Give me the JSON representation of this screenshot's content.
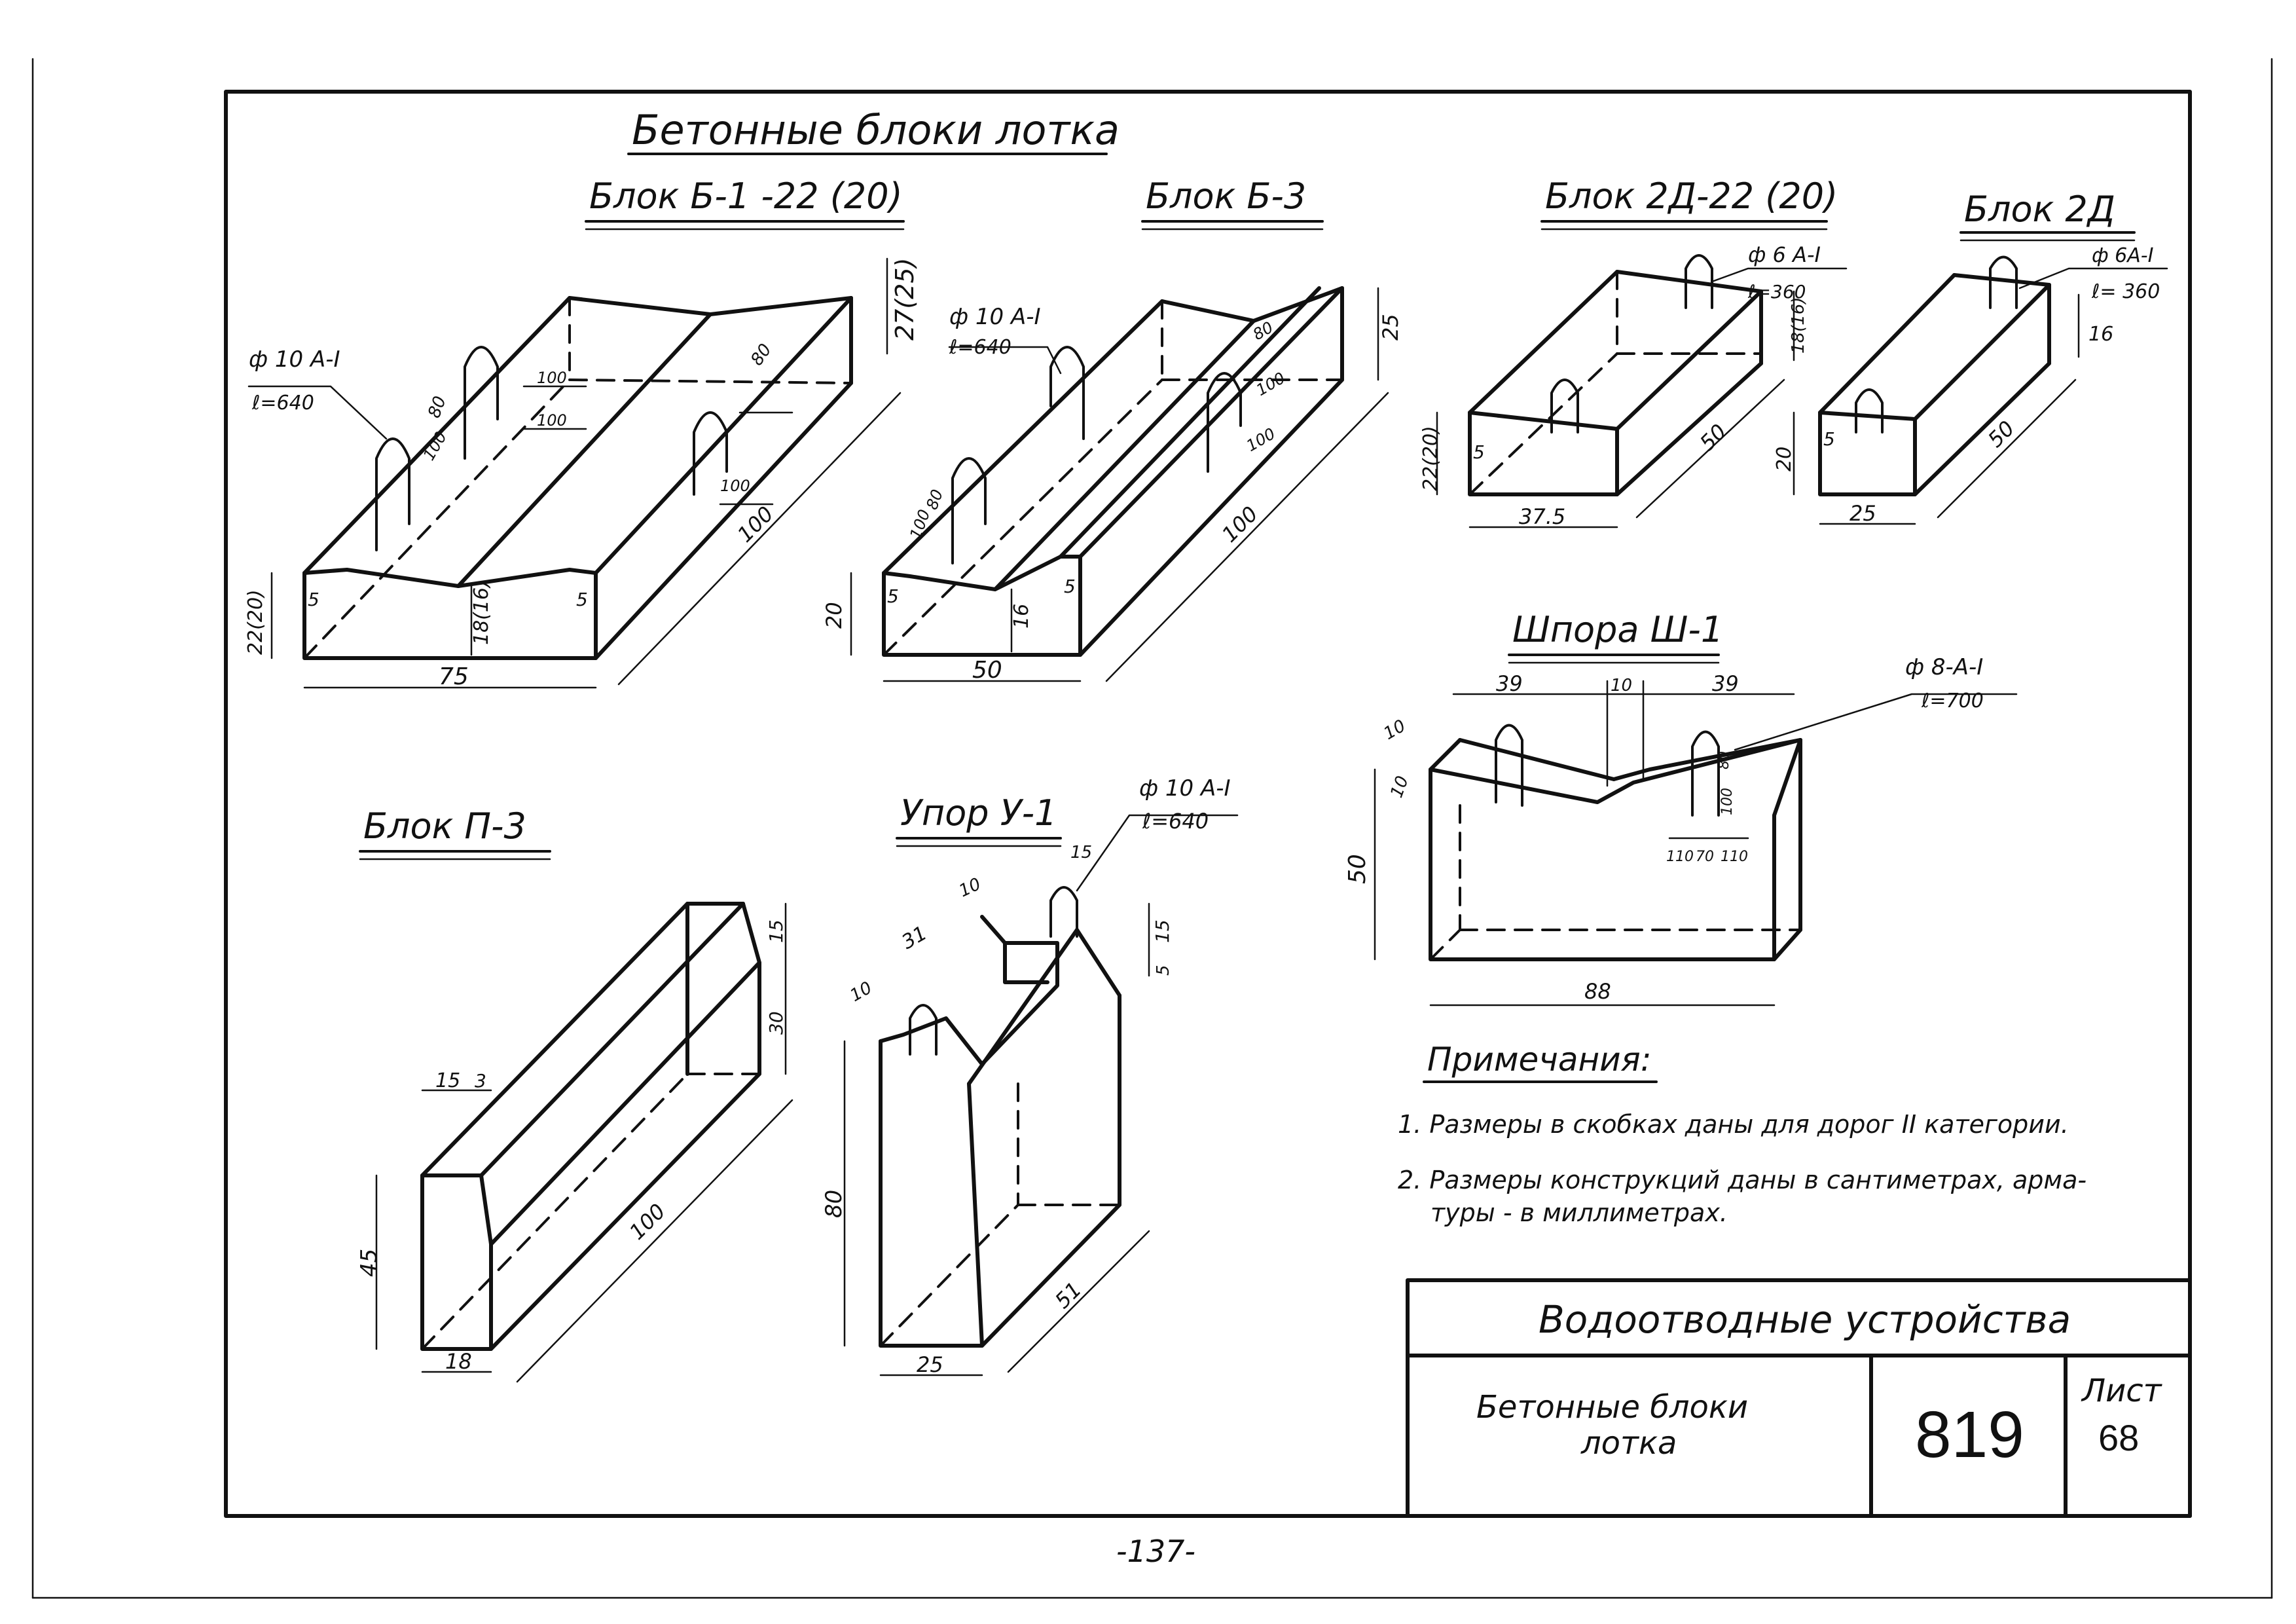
{
  "header": {
    "main_title": "Бетонные блоки лотка"
  },
  "blocks": {
    "b1": {
      "title": "Блок Б-1 -22 (20)",
      "rebar_diameter": "ф 10 А-I",
      "rebar_length": "ℓ=640",
      "dims": {
        "height_outer": "22(20)",
        "height_inner": "18(16)",
        "height_top": "27(25)",
        "width": "75",
        "length": "100",
        "edge_left": "5",
        "edge_right": "5",
        "loop_height_a": "80",
        "loop_height_b": "80",
        "loop_step_a": "100",
        "loop_step_b": "100",
        "loop_offset_a": "100",
        "loop_offset_b": "100"
      }
    },
    "b3": {
      "title": "Блок Б-3",
      "rebar_diameter": "ф 10 А-I",
      "rebar_length": "ℓ=640",
      "dims": {
        "height_outer": "20",
        "height_inner": "16",
        "height_top": "25",
        "width": "50",
        "length": "100",
        "edge_left": "5",
        "edge_right": "5",
        "loop_height_a": "80",
        "loop_height_b": "80",
        "loop_step_a": "100",
        "loop_step_b": "100",
        "loop_offset": "100"
      }
    },
    "b2d22": {
      "title": "Блок 2Д-22 (20)",
      "rebar_diameter": "ф 6 А-I",
      "rebar_length": "ℓ=360",
      "dims": {
        "height_outer": "22(20)",
        "height_inner": "18(16)",
        "width": "37.5",
        "length": "50",
        "edge": "5"
      }
    },
    "b2d": {
      "title": "Блок 2Д",
      "rebar_diameter": "ф 6А-I",
      "rebar_length": "ℓ= 360",
      "dims": {
        "height_outer": "20",
        "height_inner": "16",
        "width": "25",
        "length": "50",
        "edge": "5"
      }
    },
    "shpora": {
      "title": "Шпора Ш-1",
      "rebar_diameter": "ф 8-А-I",
      "rebar_length": "ℓ=700",
      "dims": {
        "top_left": "39",
        "top_mid": "10",
        "top_right": "39",
        "depth_a": "10",
        "depth_b": "10",
        "height": "50",
        "width": "88",
        "loop_height": "80",
        "loop_depth": "100",
        "spacing_a": "110",
        "spacing_b": "70",
        "spacing_c": "110"
      }
    },
    "p3": {
      "title": "Блок П-3",
      "dims": {
        "top_a": "15",
        "top_b": "3",
        "height_left": "45",
        "bottom": "18",
        "length": "100",
        "right_top": "15",
        "right_bottom": "30"
      }
    },
    "u1": {
      "title": "Упор У-1",
      "rebar_diameter": "ф 10 А-I",
      "rebar_length": "ℓ=640",
      "dims": {
        "top_rebar": "15",
        "step_a": "10",
        "step_b": "31",
        "step_c": "10",
        "right_a": "15",
        "right_b": "5",
        "height": "80",
        "bottom": "25",
        "length": "51"
      }
    }
  },
  "notes": {
    "heading": "Примечания:",
    "items": [
      "1. Размеры в скобках даны для дорог II категории.",
      "2. Размеры конструкций даны в сантиметрах, арма-",
      "туры - в миллиметрах."
    ]
  },
  "title_block": {
    "section": "Водоотводные устройства",
    "drawing_name_line1": "Бетонные блоки",
    "drawing_name_line2": "лотка",
    "drawing_number": "819",
    "sheet_label": "Лист",
    "sheet_number": "68"
  },
  "page_number": "-137-"
}
